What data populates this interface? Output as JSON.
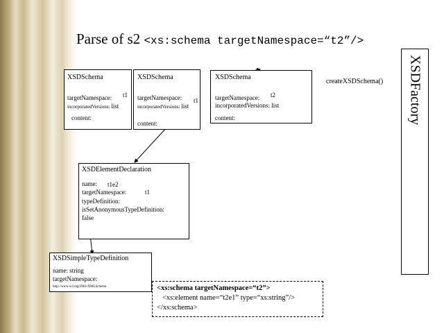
{
  "title": {
    "text": "Parse of s2",
    "code": "<xs:schema targetNamespace=“t2”/>"
  },
  "factory": {
    "label": "XSDFactory",
    "create_call": "createXSDSchema()"
  },
  "schema1": {
    "heading": "XSDSchema",
    "tns_label": "targetNamespace:",
    "tns_value": "t1",
    "inc_label": "incorporatedVersions:",
    "inc_value": "list",
    "content_label": "content:"
  },
  "schema2": {
    "heading": "XSDSchema",
    "tns_label": "targetNamespace:",
    "tns_value": "t1",
    "inc_label": "incorporatedVersions:",
    "inc_value": "list",
    "content_label": "content:"
  },
  "schema3": {
    "heading": "XSDSchema",
    "tns_label": "targetNamespace:",
    "tns_value": "t2",
    "inc_label": "incorporatedVersions:",
    "inc_value": "list",
    "content_label": "content:"
  },
  "element_decl": {
    "heading": "XSDElementDeclaration",
    "name_label": "name:",
    "name_value": "t1e2",
    "tns_label": "targetNamespace:",
    "tns_value": "t1",
    "typedef_label": "typeDefinition:",
    "anon_label": "isSetAnonymousTypeDefinition:",
    "anon_value": "false"
  },
  "simple_type": {
    "heading": "XSDSimpleTypeDefinition",
    "name_line": "name: string",
    "tns_label": "targetNamespace:",
    "tns_value": "http://www.w3.org/2001/XMLSchema"
  },
  "code_sample": {
    "line1": "<xs:schema targetNamespace=“t2”>",
    "line2": "<xs:element name=“t2e1” type=“xs:string”/>",
    "line3": "</xs:schema>"
  }
}
